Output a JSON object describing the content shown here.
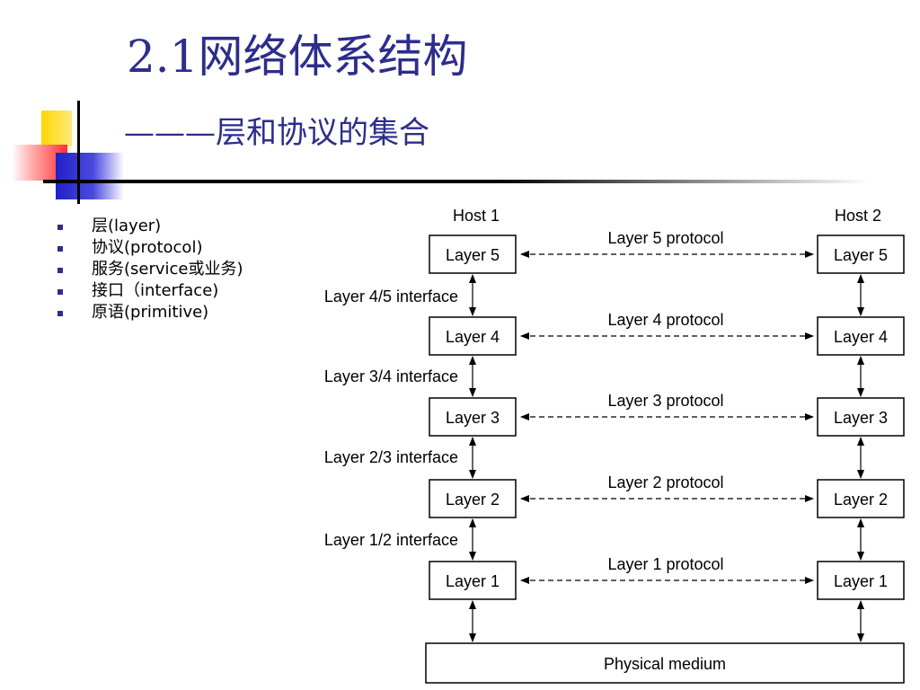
{
  "slide": {
    "title": "2.1网络体系结构",
    "subtitle": "———层和协议的集合"
  },
  "bullets": [
    "层(layer)",
    "协议(protocol)",
    "服务(service或业务)",
    "接口（interface)",
    "原语(primitive)"
  ],
  "diagram": {
    "host1": "Host 1",
    "host2": "Host 2",
    "layers": [
      "Layer 5",
      "Layer 4",
      "Layer 3",
      "Layer 2",
      "Layer 1"
    ],
    "protocols": [
      "Layer 5 protocol",
      "Layer 4 protocol",
      "Layer 3 protocol",
      "Layer 2 protocol",
      "Layer 1 protocol"
    ],
    "interfaces": [
      "Layer 4/5 interface",
      "Layer 3/4 interface",
      "Layer 2/3 interface",
      "Layer 1/2 interface"
    ],
    "medium": "Physical medium"
  }
}
